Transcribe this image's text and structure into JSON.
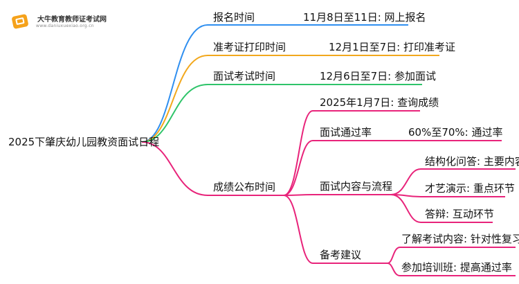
{
  "logo": {
    "name": "大牛教育教师证考试网",
    "url": "www.daniuxuexiao.org.cn"
  },
  "root": "2025下肇庆幼儿园教资面试日程",
  "colors": {
    "blue": "#2f8ff0",
    "orange": "#f2a81d",
    "green": "#2fc46a",
    "pink": "#e8237a"
  },
  "branches": {
    "signup": {
      "label": "报名时间",
      "detail": "11月8日至11日: 网上报名"
    },
    "admit": {
      "label": "准考证打印时间",
      "detail": "12月1日至7日: 打印准考证"
    },
    "interview": {
      "label": "面试考试时间",
      "detail": "12月6日至7日: 参加面试"
    },
    "results": {
      "label": "成绩公布时间",
      "query": "2025年1月7日: 查询成绩",
      "pass_rate": {
        "label": "面试通过率",
        "detail": "60%至70%: 通过率"
      },
      "content": {
        "label": "面试内容与流程",
        "items": [
          "结构化问答: 主要内容",
          "才艺演示: 重点环节",
          "答辩: 互动环节"
        ]
      },
      "advice": {
        "label": "备考建议",
        "items": [
          "了解考试内容: 针对性复习",
          "参加培训班: 提高通过率"
        ]
      }
    }
  }
}
